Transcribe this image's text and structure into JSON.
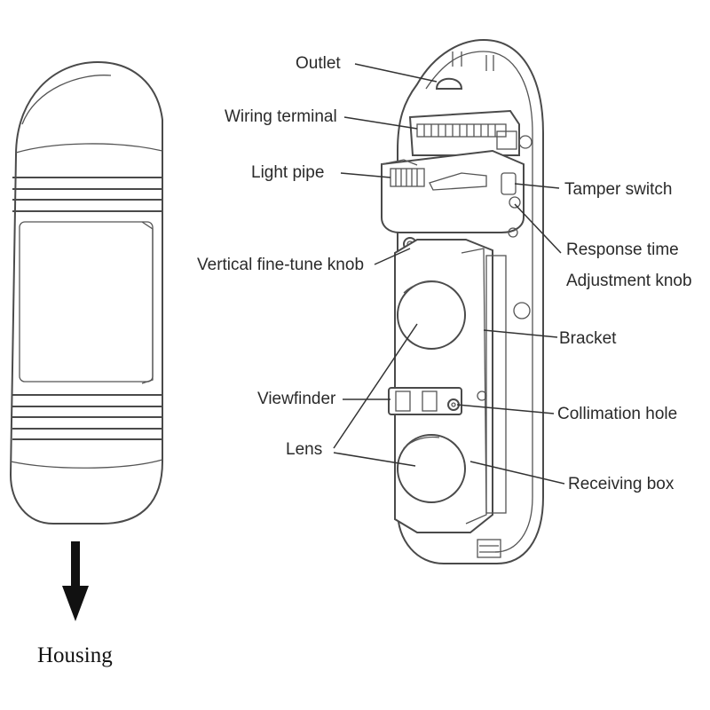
{
  "labels": {
    "housing": "Housing",
    "outlet": "Outlet",
    "wiring_terminal": "Wiring terminal",
    "light_pipe": "Light pipe",
    "tamper_switch": "Tamper switch",
    "response_time": "Response time",
    "adjustment_knob": "Adjustment knob",
    "vertical_fine_tune_knob": "Vertical fine-tune knob",
    "bracket": "Bracket",
    "viewfinder": "Viewfinder",
    "collimation_hole": "Collimation hole",
    "lens": "Lens",
    "receiving_box": "Receiving box"
  },
  "icons": {
    "housing_arrow": "down-arrow-icon"
  },
  "colors": {
    "ink": "#4a4a4a",
    "text": "#2a2a2a",
    "arrow": "#111111"
  }
}
